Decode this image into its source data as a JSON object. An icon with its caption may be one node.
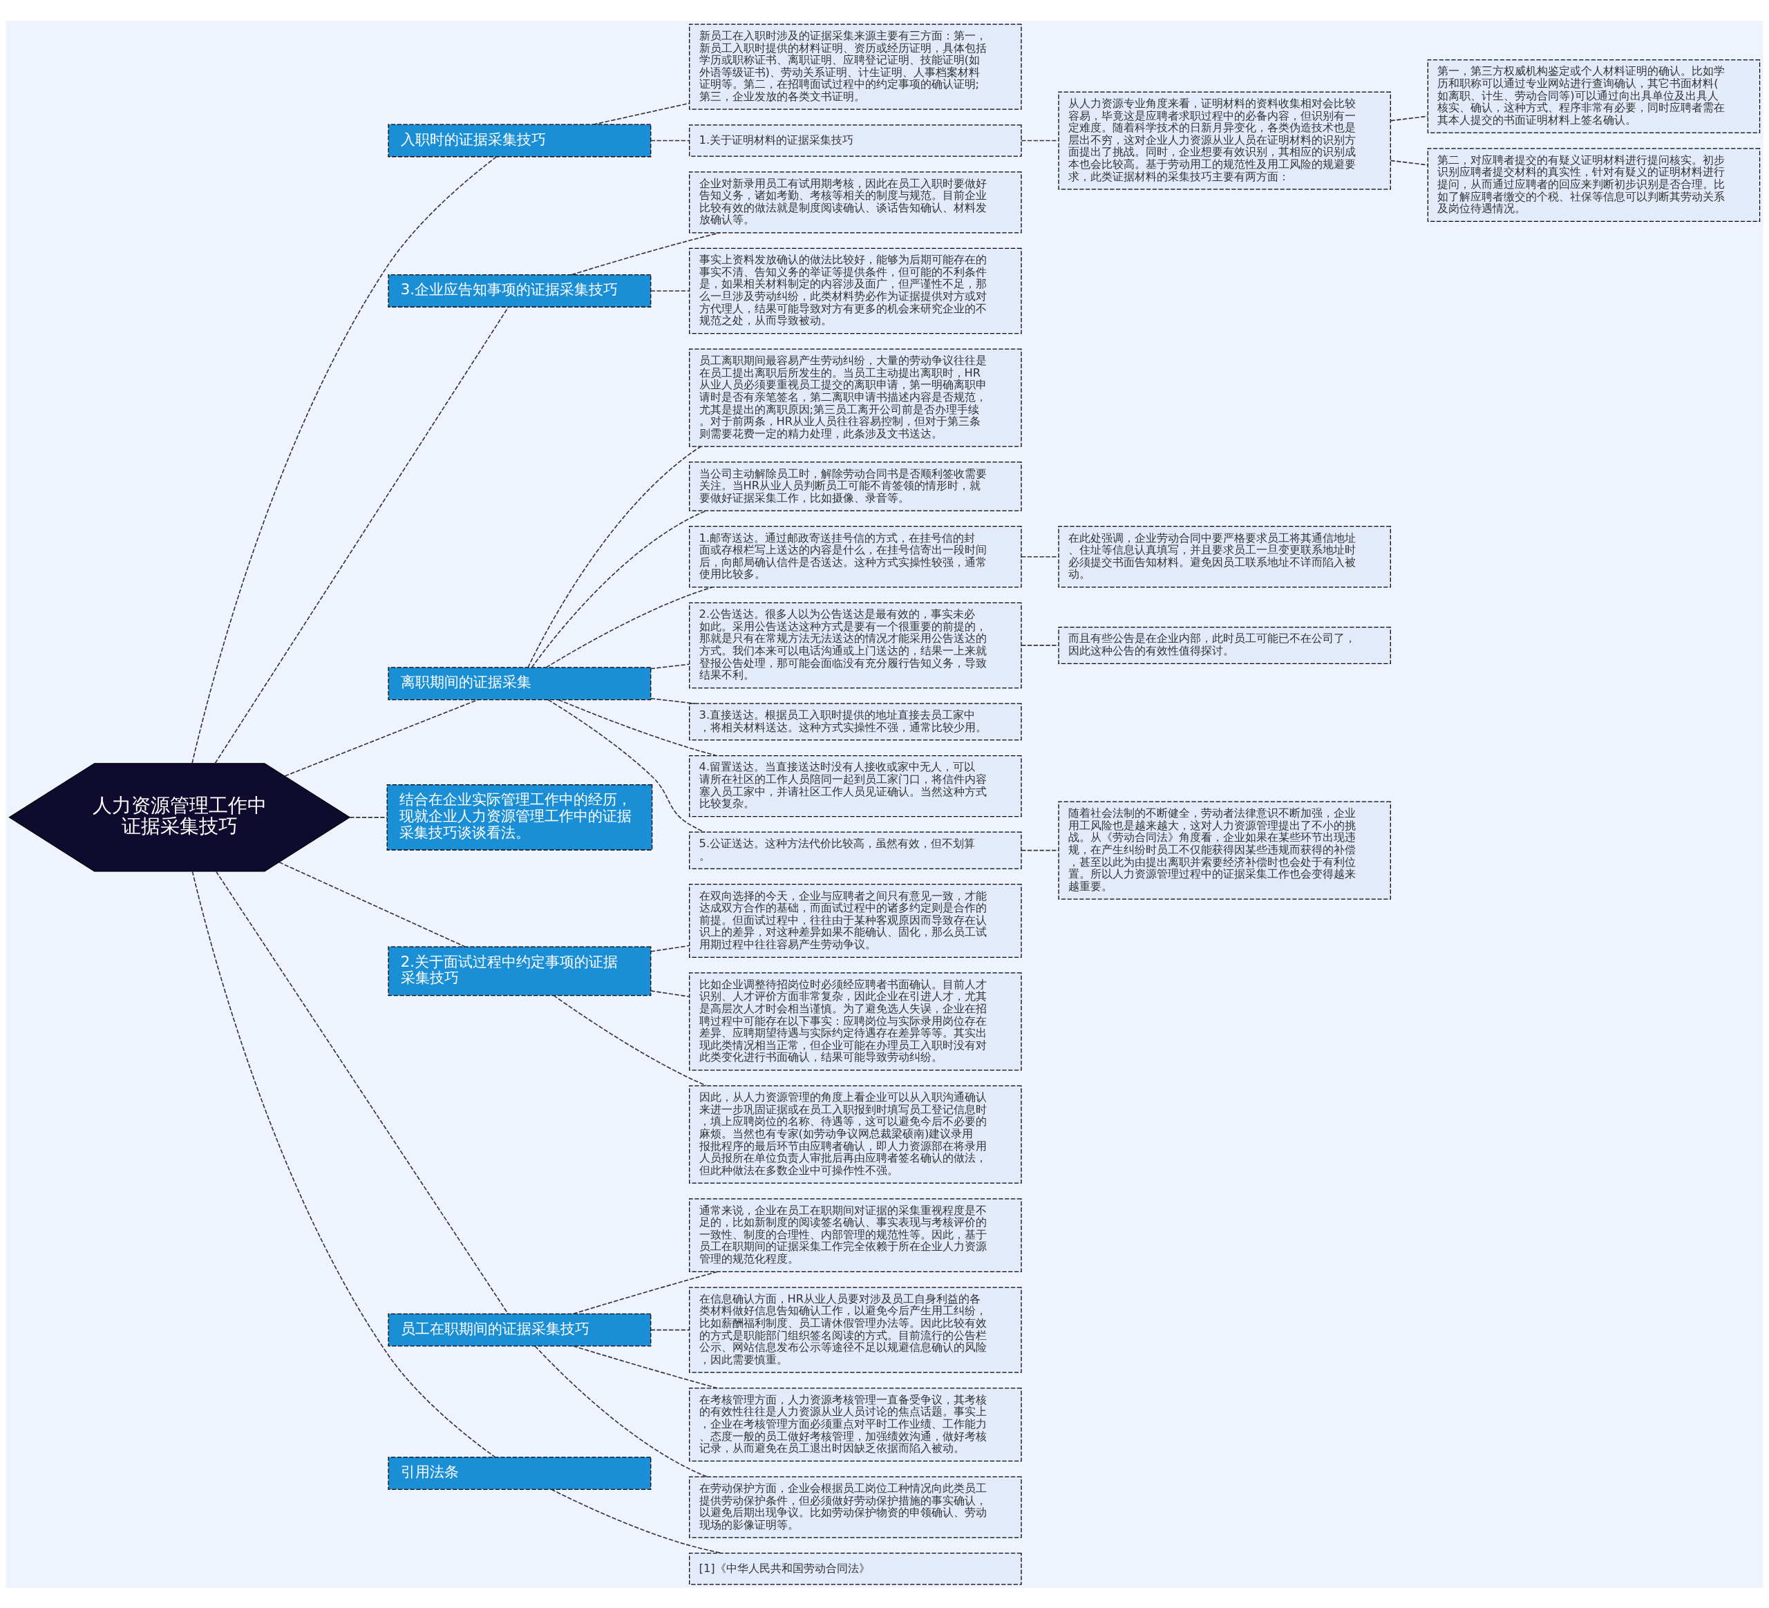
{
  "diagram": {
    "nodes": [
      {
        "text": [
          "人力资源管理工作中证据采集技巧"
        ]
      },
      {
        "text": [
          "入职时的证据采集技巧"
        ]
      },
      {
        "text": [
          "新员工在入职时涉及的证据采集来源主要有三方面：第一，新员工入职时提供的材料证明、资历或经历证明，具体包括学历或职称证书、离职证明、应聘登记证明、技能证明(如外语等级证书)、劳动关系证明、计生证明、人事档案材料证明等。第二，在招聘面试过程中的约定事项的确认证明;第三，企业发放的各类文书证明。"
        ]
      },
      {
        "text": [
          "1.关于证明材料的证据采集技巧"
        ]
      },
      {
        "text": [
          "从人力资源专业角度来看，证明材料的资料收集相对会比较容易，毕竟这是应聘者求职过程中的必备内容，但识别有一定难度。随着科学技术的日新月异变化，各类伪造技术也是层出不穷，这对企业人力资源从业人员在证明材料的识别方面提出了挑战。同时，企业想要有效识别，其相应的识别成本也会比较高。基于劳动用工的规范性及用工风险的规避要求，此类证据材料的采集技巧主要有两方面："
        ]
      },
      {
        "text": [
          "第一，第三方权威机构鉴定或个人材料证明的确认。比如学历和职称可以通过专业网站进行查询确认，其它书面材料(如离职、计生、劳动合同等)可以通过向出具单位及出具人核实、确认，这种方式、程序非常有必要，同时应聘者需在其本人提交的书面证明材料上签名确认。"
        ]
      },
      {
        "text": [
          "第二，对应聘者提交的有疑义证明材料进行提问核实。初步识别应聘者提交材料的真实性，针对有疑义的证明材料进行提问，从而通过应聘者的回应来判断初步识别是否合理。比如了解应聘者缴交的个税、社保等信息可以判断其劳动关系及岗位待遇情况。"
        ]
      },
      {
        "text": [
          "3.企业应告知事项的证据采集技巧"
        ]
      },
      {
        "text": [
          "企业对新录用员工有试用期考核，因此在员工入职时要做好告知义务，诸如考勤、考核等相关的制度与规范。目前企业比较有效的做法就是制度阅读确认、谈话告知确认、材料发放确认等。"
        ]
      },
      {
        "text": [
          "事实上资料发放确认的做法比较好，能够为后期可能存在的事实不清、告知义务的举证等提供条件，但可能的不利条件是，如果相关材料制定的内容涉及面广，但严谨性不足，那么一旦涉及劳动纠纷，此类材料势必作为证据提供对方或对方代理人，结果可能导致对方有更多的机会来研究企业的不规范之处，从而导致被动。"
        ]
      },
      {
        "text": [
          "离职期间的证据采集"
        ]
      },
      {
        "text": [
          "员工离职期间最容易产生劳动纠纷，大量的劳动争议往往是在员工提出离职后所发生的。当员工主动提出离职时，HR从业人员必须要重视员工提交的离职申请，第一明确离职申请时是否有亲笔签名，第二离职申请书描述内容是否规范，尤其是提出的离职原因;第三员工离开公司前是否办理手续。对于前两条，HR从业人员往往容易控制，但对于第三条则需要花费一定的精力处理，此条涉及文书送达。"
        ]
      },
      {
        "text": [
          "当公司主动解除员工时，解除劳动合同书是否顺利签收需要关注。当HR从业人员判断员工可能不肯签领的情形时，就要做好证据采集工作，比如摄像、录音等。"
        ]
      },
      {
        "text": [
          "1.邮寄送达。通过邮政寄送挂号信的方式，在挂号信的封面或存根栏写上送达的内容是什么，在挂号信寄出一段时间后，向邮局确认信件是否送达。这种方式实操性较强，通常使用比较多。"
        ]
      },
      {
        "text": [
          "在此处强调，企业劳动合同中要严格要求员工将其通信地址、住址等信息认真填写，并且要求员工一旦变更联系地址时必须提交书面告知材料。避免因员工联系地址不详而陷入被动。"
        ]
      },
      {
        "text": [
          "2.公告送达。很多人以为公告送达是最有效的，事实未必如此。采用公告送达这种方式是要有一个很重要的前提的，那就是只有在常规方法无法送达的情况才能采用公告送达的方式。我们本来可以电话沟通或上门送达的，结果一上来就登报公告处理，那可能会面临没有充分履行告知义务，导致结果不利。"
        ]
      },
      {
        "text": [
          "而且有些公告是在企业内部，此时员工可能已不在公司了，因此这种公告的有效性值得探讨。"
        ]
      },
      {
        "text": [
          "3.直接送达。根据员工入职时提供的地址直接去员工家中，将相关材料送达。这种方式实操性不强，通常比较少用。"
        ]
      },
      {
        "text": [
          "4.留置送达。当直接送达时没有人接收或家中无人，可以请所在社区的工作人员陪同一起到员工家门口，将信件内容塞入员工家中，并请社区工作人员见证确认。当然这种方式比较复杂。"
        ]
      },
      {
        "text": [
          "5.公证送达。这种方法代价比较高，虽然有效，但不划算。"
        ]
      },
      {
        "text": [
          "随着社会法制的不断健全，劳动者法律意识不断加强，企业用工风险也是越来越大，这对人力资源管理提出了不小的挑战。从《劳动合同法》角度看，企业如果在某些环节出现违规，在产生纠纷时员工不仅能获得因某些违规而获得的补偿，甚至以此为由提出离职并索要经济补偿时也会处于有利位置。所以人力资源管理过程中的证据采集工作也会变得越来越重要。"
        ]
      },
      {
        "text": [
          "结合在企业实际管理工作中的经历，现就企业人力资源管理工作中的证据采集技巧谈谈看法。"
        ]
      },
      {
        "text": [
          "2.关于面试过程中约定事项的证据采集技巧"
        ]
      },
      {
        "text": [
          "在双向选择的今天，企业与应聘者之间只有意见一致，才能达成双方合作的基础，而面试过程中的诸多约定则是合作的前提。但面试过程中，往往由于某种客观原因而导致存在认识上的差异，对这种差异如果不能确认、固化，那么员工试用期过程中往往容易产生劳动争议。"
        ]
      },
      {
        "text": [
          "比如企业调整待招岗位时必须经应聘者书面确认。目前人才识别、人才评价方面非常复杂，因此企业在引进人才，尤其是高层次人才时会相当谨慎。为了避免选人失误，企业在招聘过程中可能存在以下事实：应聘岗位与实际录用岗位存在差异、应聘期望待遇与实际约定待遇存在差异等等。其实出现此类情况相当正常，但企业可能在办理员工入职时没有对此类变化进行书面确认，结果可能导致劳动纠纷。"
        ]
      },
      {
        "text": [
          "因此，从人力资源管理的角度上看企业可以从入职沟通确认来进一步巩固证据或在员工入职报到时填写员工登记信息时，填上应聘岗位的名称、待遇等，这可以避免今后不必要的麻烦。当然也有专家(如劳动争议网总裁梁硕南)建议录用报批程序的最后环节由应聘者确认，即人力资源部在将录用人员报所在单位负责人审批后再由应聘者签名确认的做法，但此种做法在多数企业中可操作性不强。"
        ]
      },
      {
        "text": [
          "员工在职期间的证据采集技巧"
        ]
      },
      {
        "text": [
          "通常来说，企业在员工在职期间对证据的采集重视程度是不足的，比如新制度的阅读签名确认、事实表现与考核评价的一致性、制度的合理性、内部管理的规范性等。因此，基于员工在职期间的证据采集工作完全依赖于所在企业人力资源管理的规范化程度。"
        ]
      },
      {
        "text": [
          "在信息确认方面，HR从业人员要对涉及员工自身利益的各类材料做好信息告知确认工作，以避免今后产生用工纠纷，比如薪酬福利制度、员工请休假管理办法等。因此比较有效的方式是职能部门组织签名阅读的方式。目前流行的公告栏公示、网站信息发布公示等途径不足以规避信息确认的风险，因此需要慎重。"
        ]
      },
      {
        "text": [
          "在考核管理方面，人力资源考核管理一直备受争议，其考核的有效性往往是人力资源从业人员讨论的焦点话题。事实上，企业在考核管理方面必须重点对平时工作业绩、工作能力、态度一般的员工做好考核管理，加强绩效沟通，做好考核记录，从而避免在员工退出时因缺乏依据而陷入被动。"
        ]
      },
      {
        "text": [
          "在劳动保护方面，企业会根据员工岗位工种情况向此类员工提供劳动保护条件，但必须做好劳动保护措施的事实确认，以避免后期出现争议。比如劳动保护物资的申领确认、劳动现场的影像证明等。"
        ]
      },
      {
        "text": [
          "引用法条"
        ]
      },
      {
        "text": [
          "[1]《中华人民共和国劳动合同法》"
        ]
      }
    ],
    "edges": [
      {
        "from": 0,
        "to": 1,
        "arrow": "none",
        "style": "dashed"
      },
      {
        "from": 1,
        "to": 2,
        "arrow": "none",
        "style": "dashed"
      },
      {
        "from": 1,
        "to": 3,
        "arrow": "none",
        "style": "dashed"
      },
      {
        "from": 3,
        "to": 4,
        "arrow": "none",
        "style": "dashed"
      },
      {
        "from": 4,
        "to": 5,
        "arrow": "none",
        "style": "dashed"
      },
      {
        "from": 4,
        "to": 6,
        "arrow": "none",
        "style": "dashed"
      },
      {
        "from": 0,
        "to": 7,
        "arrow": "none",
        "style": "dashed"
      },
      {
        "from": 7,
        "to": 8,
        "arrow": "none",
        "style": "dashed"
      },
      {
        "from": 7,
        "to": 9,
        "arrow": "none",
        "style": "dashed"
      },
      {
        "from": 0,
        "to": 10,
        "arrow": "none",
        "style": "dashed"
      },
      {
        "from": 10,
        "to": 11,
        "arrow": "none",
        "style": "dashed"
      },
      {
        "from": 10,
        "to": 12,
        "arrow": "none",
        "style": "dashed"
      },
      {
        "from": 10,
        "to": 13,
        "arrow": "none",
        "style": "dashed"
      },
      {
        "from": 13,
        "to": 14,
        "arrow": "none",
        "style": "dashed"
      },
      {
        "from": 10,
        "to": 15,
        "arrow": "none",
        "style": "dashed"
      },
      {
        "from": 15,
        "to": 16,
        "arrow": "none",
        "style": "dashed"
      },
      {
        "from": 10,
        "to": 17,
        "arrow": "none",
        "style": "dashed"
      },
      {
        "from": 10,
        "to": 18,
        "arrow": "none",
        "style": "dashed"
      },
      {
        "from": 10,
        "to": 19,
        "arrow": "none",
        "style": "dashed"
      },
      {
        "from": 19,
        "to": 20,
        "arrow": "none",
        "style": "dashed"
      },
      {
        "from": 0,
        "to": 21,
        "arrow": "none",
        "style": "dashed"
      },
      {
        "from": 0,
        "to": 22,
        "arrow": "none",
        "style": "dashed"
      },
      {
        "from": 22,
        "to": 23,
        "arrow": "none",
        "style": "dashed"
      },
      {
        "from": 22,
        "to": 24,
        "arrow": "none",
        "style": "dashed"
      },
      {
        "from": 22,
        "to": 25,
        "arrow": "none",
        "style": "dashed"
      },
      {
        "from": 0,
        "to": 26,
        "arrow": "none",
        "style": "dashed"
      },
      {
        "from": 26,
        "to": 27,
        "arrow": "none",
        "style": "dashed"
      },
      {
        "from": 26,
        "to": 28,
        "arrow": "none",
        "style": "dashed"
      },
      {
        "from": 26,
        "to": 29,
        "arrow": "none",
        "style": "dashed"
      },
      {
        "from": 26,
        "to": 30,
        "arrow": "none",
        "style": "dashed"
      },
      {
        "from": 0,
        "to": 31,
        "arrow": "none",
        "style": "dashed"
      },
      {
        "from": 31,
        "to": 32,
        "arrow": "none",
        "style": "dashed"
      }
    ]
  }
}
